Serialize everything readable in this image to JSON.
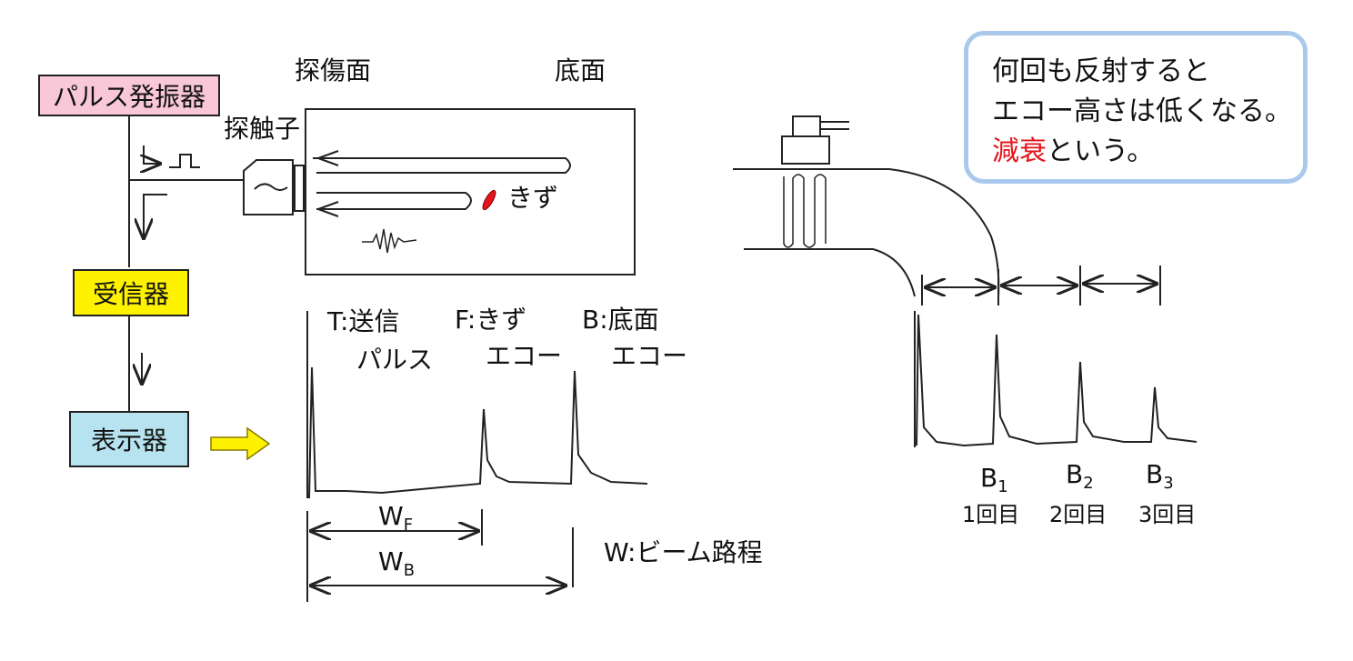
{
  "colors": {
    "pulse_box": "#f9c8d8",
    "receiver_box": "#fff200",
    "display_box": "#b6e3ef",
    "callout_border": "#a9c9ec",
    "flaw": "#e3141b",
    "arrow_fill": "#fff200",
    "accent_red": "#e3141b"
  },
  "blocks": {
    "pulse_generator": "パルス発振器",
    "receiver": "受信器",
    "display": "表示器"
  },
  "specimen": {
    "scan_surface": "探傷面",
    "back_surface": "底面",
    "probe": "探触子",
    "flaw": "きず"
  },
  "waveform": {
    "t_label": "T:送信",
    "t_label2": "パルス",
    "f_label": "F:きず",
    "f_label2": "エコー",
    "b_label": "B:底面",
    "b_label2": "エコー",
    "wf_main": "W",
    "wf_sub": "F",
    "wb_main": "W",
    "wb_sub": "B",
    "w_legend": "W:ビーム路程"
  },
  "callout": {
    "line1": "何回も反射すると",
    "line2": "エコー高さは低くなる。",
    "line3_red": "減衰",
    "line3_rest": "という。"
  },
  "multi_echo": {
    "b1_main": "B",
    "b1_sub": "1",
    "b2_main": "B",
    "b2_sub": "2",
    "b3_main": "B",
    "b3_sub": "3",
    "count1": "1回目",
    "count2": "2回目",
    "count3": "3回目"
  }
}
